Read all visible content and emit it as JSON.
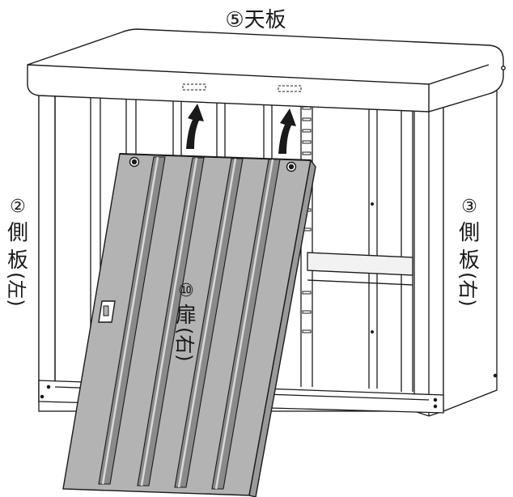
{
  "labels": {
    "top_panel": "⑤天板",
    "left_side_num": "②",
    "left_side_chars": [
      "側",
      "板"
    ],
    "left_side_paren": "(左)",
    "right_side_num": "③",
    "right_side_chars": [
      "側",
      "板"
    ],
    "right_side_paren": "(右)",
    "door_num": "⑩",
    "door_char": "扉",
    "door_paren": "(右)"
  },
  "colors": {
    "line": "#1a1a1a",
    "door_fill": "#b3b3b3",
    "door_groove": "#8a8a8a",
    "groove_highlight": "#d9d9d9",
    "cabinet_fill": "#ffffff",
    "shelf_fill": "#f2f2f2"
  },
  "icons": [
    "up-arrow-icon",
    "up-arrow-icon",
    "screw-icon",
    "screw-icon",
    "handle-icon"
  ]
}
